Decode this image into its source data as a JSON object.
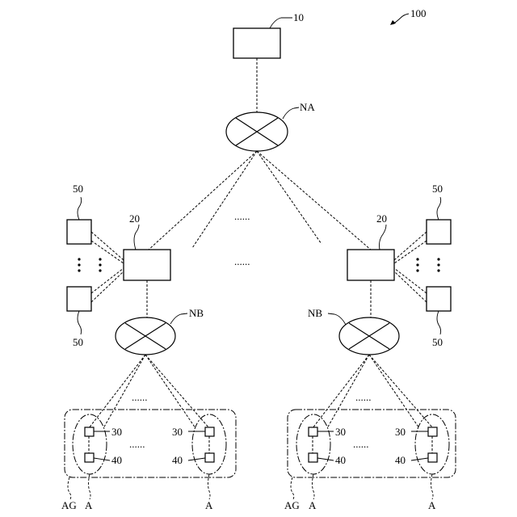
{
  "labels": {
    "system": "100",
    "server": "10",
    "network_a": "NA",
    "gateway": "20",
    "peripheral": "50",
    "network_b": "NB",
    "device_upper": "30",
    "device_lower": "40",
    "area_group": "AG",
    "area": "A"
  },
  "ellipsis": {
    "row": "......",
    "column": "⋮"
  }
}
